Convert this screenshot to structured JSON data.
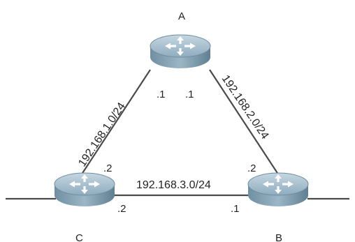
{
  "diagram": {
    "nodes": {
      "a": {
        "label": "A",
        "icon": "router-icon"
      },
      "b": {
        "label": "B",
        "icon": "router-icon"
      },
      "c": {
        "label": "C",
        "icon": "router-icon"
      }
    },
    "links": {
      "ac": {
        "network": "192.168.1.0/24",
        "end_a": ".1",
        "end_c": ".2"
      },
      "ab": {
        "network": "192.168.2.0/24",
        "end_a": ".1",
        "end_b": ".2"
      },
      "cb": {
        "network": "192.168.3.0/24",
        "end_c": ".2",
        "end_b": ".1"
      }
    },
    "colors": {
      "link": "#4a4a4a",
      "router_body": "#7fa0b3",
      "router_top": "#a9c2d0",
      "router_shadow": "#4f6d7e",
      "arrow": "#ffffff"
    }
  }
}
